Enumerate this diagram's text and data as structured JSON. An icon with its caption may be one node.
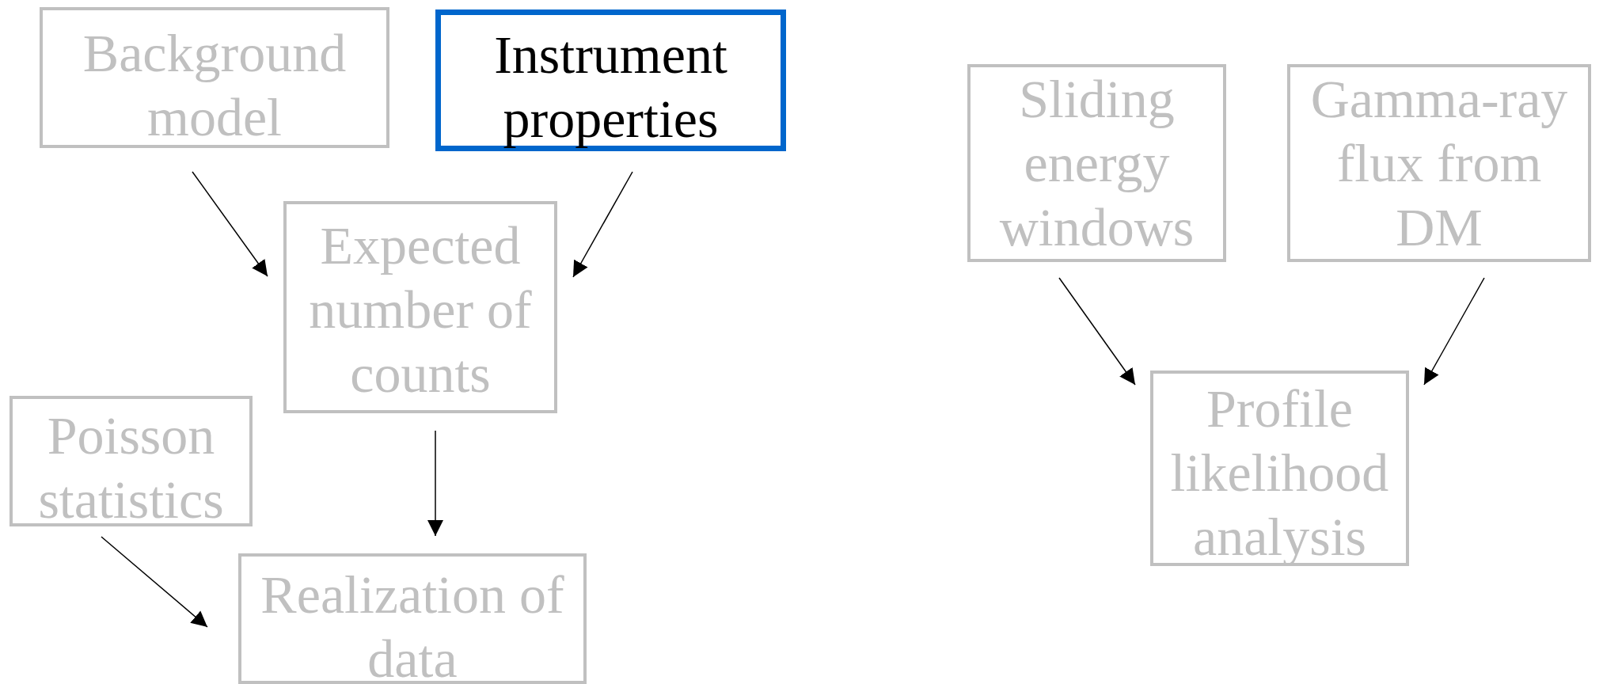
{
  "diagram": {
    "nodes": [
      {
        "text": [
          "Background model"
        ]
      },
      {
        "text": [
          "Instrument properties"
        ]
      },
      {
        "text": [
          "Expected number of counts"
        ]
      },
      {
        "text": [
          "Poisson statistics"
        ]
      },
      {
        "text": [
          "Realization of data"
        ]
      },
      {
        "text": [
          "Sliding energy windows"
        ]
      },
      {
        "text": [
          "Gamma-ray flux from DM"
        ]
      },
      {
        "text": [
          "Profile likelihood analysis"
        ]
      }
    ],
    "edges": [
      {
        "from": 0,
        "to": 2,
        "arrow": "to"
      },
      {
        "from": 1,
        "to": 2,
        "arrow": "to"
      },
      {
        "from": 2,
        "to": 4,
        "arrow": "to"
      },
      {
        "from": 3,
        "to": 4,
        "arrow": "to"
      },
      {
        "from": 5,
        "to": 7,
        "arrow": "to"
      },
      {
        "from": 6,
        "to": 7,
        "arrow": "to"
      }
    ]
  }
}
